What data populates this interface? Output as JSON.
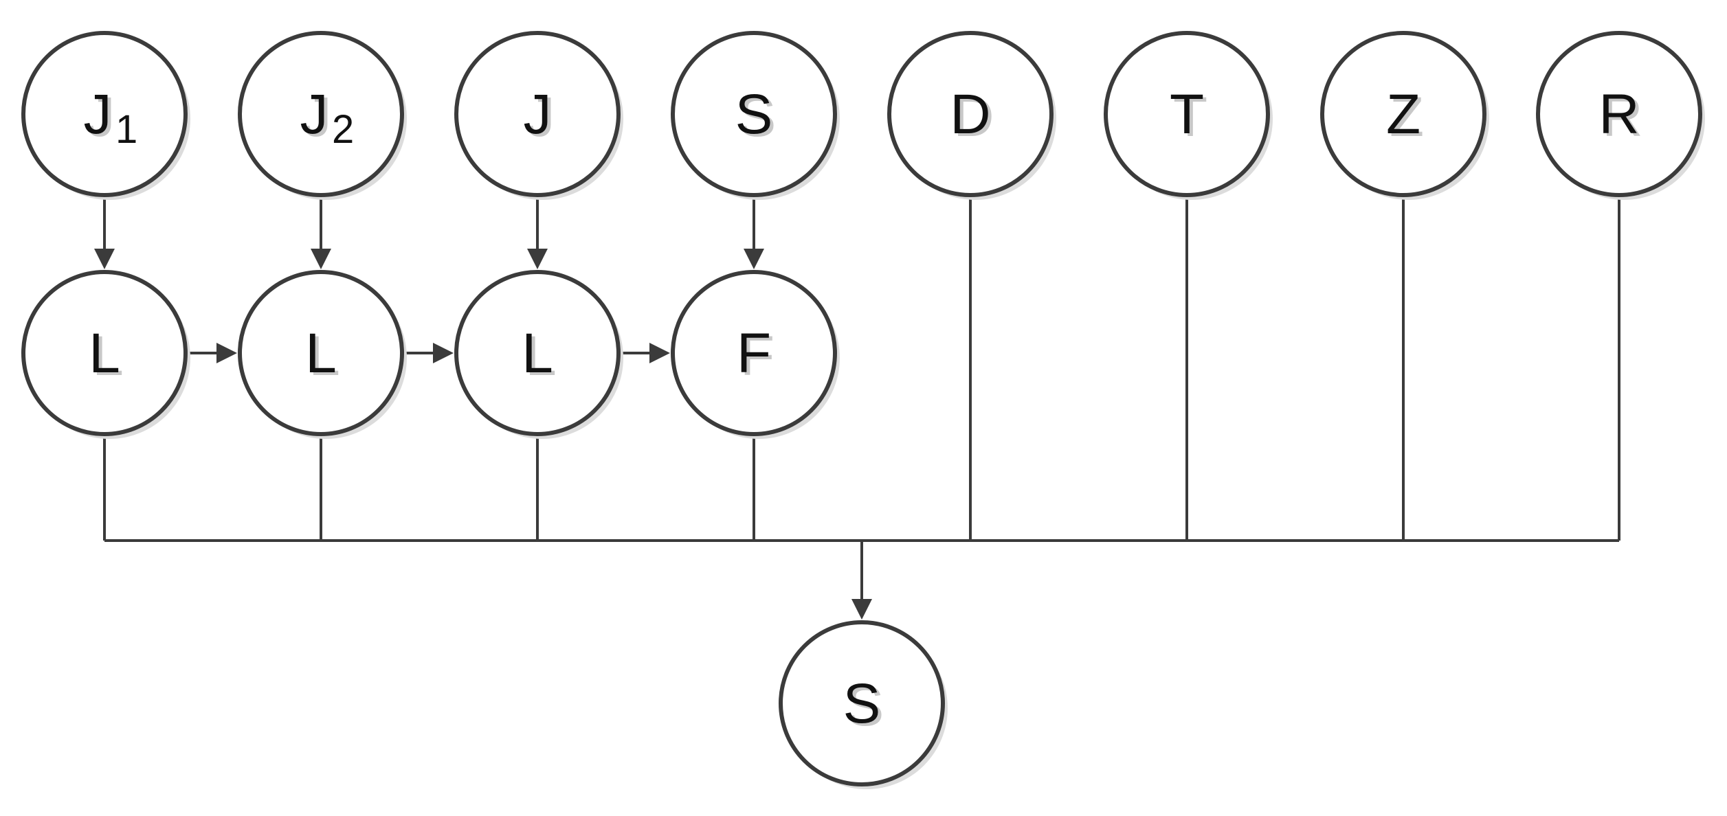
{
  "diagram": {
    "nodes": [
      {
        "id": "J1",
        "label": "J",
        "subscript": "1"
      },
      {
        "id": "J2",
        "label": "J",
        "subscript": "2"
      },
      {
        "id": "J",
        "label": "J",
        "subscript": ""
      },
      {
        "id": "S_top",
        "label": "S",
        "subscript": ""
      },
      {
        "id": "D",
        "label": "D",
        "subscript": ""
      },
      {
        "id": "T",
        "label": "T",
        "subscript": ""
      },
      {
        "id": "Z",
        "label": "Z",
        "subscript": ""
      },
      {
        "id": "R",
        "label": "R",
        "subscript": ""
      },
      {
        "id": "L1",
        "label": "L",
        "subscript": ""
      },
      {
        "id": "L2",
        "label": "L",
        "subscript": ""
      },
      {
        "id": "L3",
        "label": "L",
        "subscript": ""
      },
      {
        "id": "F",
        "label": "F",
        "subscript": ""
      },
      {
        "id": "S_bottom",
        "label": "S",
        "subscript": ""
      }
    ],
    "edges": [
      {
        "from": "J1",
        "to": "L1"
      },
      {
        "from": "J2",
        "to": "L2"
      },
      {
        "from": "J",
        "to": "L3"
      },
      {
        "from": "S_top",
        "to": "F"
      },
      {
        "from": "L1",
        "to": "L2"
      },
      {
        "from": "L2",
        "to": "L3"
      },
      {
        "from": "L3",
        "to": "F"
      },
      {
        "from": [
          "L1",
          "L2",
          "L3",
          "F",
          "D",
          "T",
          "Z",
          "R"
        ],
        "to": "S_bottom"
      }
    ]
  }
}
